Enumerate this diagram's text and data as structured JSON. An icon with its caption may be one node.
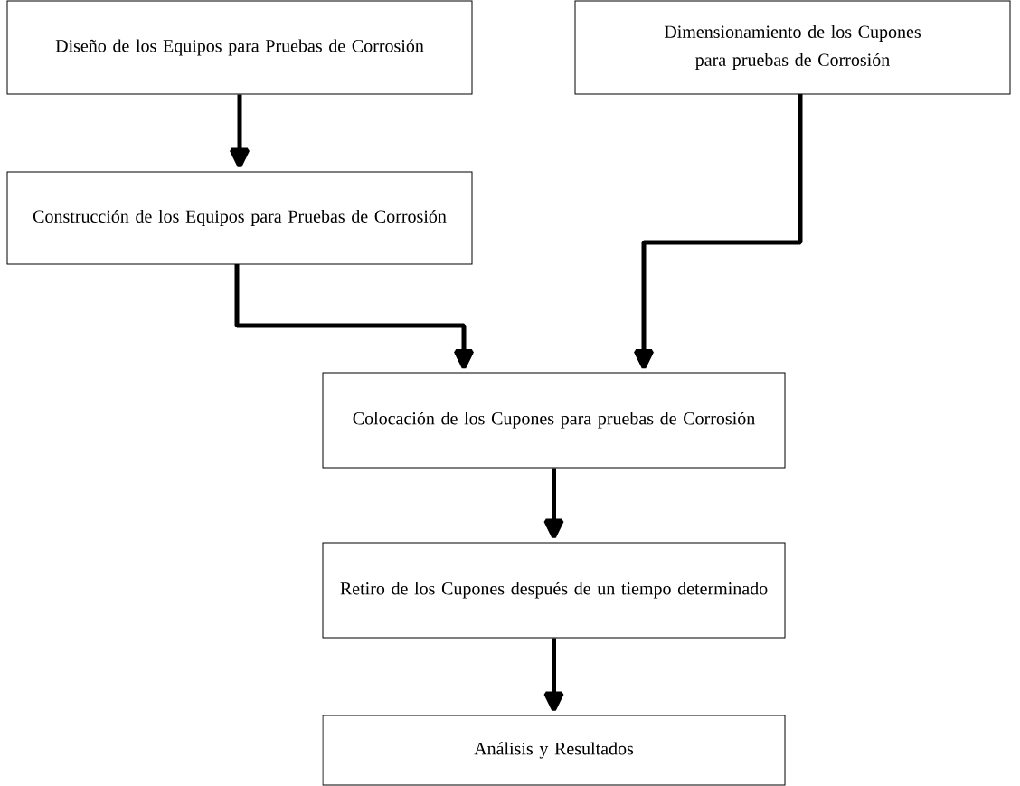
{
  "diagram": {
    "nodes": [
      {
        "text": [
          "Diseño de los Equipos para Pruebas de Corrosión"
        ]
      },
      {
        "text": [
          "Dimensionamiento de los Cupones para pruebas de Corrosión"
        ]
      },
      {
        "text": [
          "Construcción de los Equipos para Pruebas de Corrosión"
        ]
      },
      {
        "text": [
          "Colocación de los Cupones para pruebas de Corrosión"
        ]
      },
      {
        "text": [
          "Retiro de los Cupones después de un tiempo determinado"
        ]
      },
      {
        "text": [
          "Análisis y Resultados"
        ]
      }
    ],
    "edges": [
      {
        "from": 0,
        "to": 2,
        "arrow": "to"
      },
      {
        "from": 2,
        "to": 3,
        "arrow": "to"
      },
      {
        "from": 1,
        "to": 3,
        "arrow": "to"
      },
      {
        "from": 3,
        "to": 4,
        "arrow": "to"
      },
      {
        "from": 4,
        "to": 5,
        "arrow": "to"
      }
    ]
  }
}
